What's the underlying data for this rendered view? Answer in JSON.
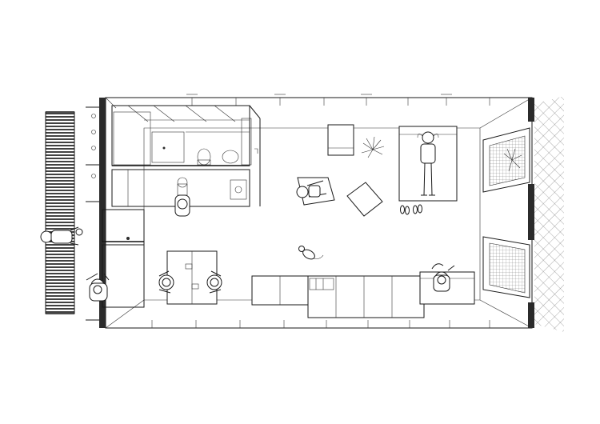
{
  "drawing": {
    "kind": "floor-plan",
    "view": "top-down",
    "style": "black-and-white line drawing",
    "colors": {
      "line": "#1a1a1a",
      "background": "#ffffff",
      "wall": "#2b2b2b"
    }
  },
  "rooms": [
    {
      "id": "bathroom",
      "fixtures": [
        "shower",
        "toilet",
        "sink"
      ]
    },
    {
      "id": "kitchenette",
      "fixtures": [
        "counter",
        "sink"
      ]
    },
    {
      "id": "main-room",
      "fixtures": [
        "bed",
        "work-table",
        "long-cabinet",
        "armchair",
        "side-table"
      ]
    },
    {
      "id": "entrance-deck",
      "fixtures": [
        "slatted-deck",
        "glass-door"
      ]
    }
  ],
  "people": [
    {
      "id": "sleeping-person",
      "room": "main-room"
    },
    {
      "id": "person-at-kitchen",
      "room": "kitchenette"
    },
    {
      "id": "person-in-armchair",
      "room": "main-room"
    },
    {
      "id": "person-at-table-left",
      "room": "main-room"
    },
    {
      "id": "person-at-table-right",
      "room": "main-room"
    },
    {
      "id": "person-on-sofa",
      "room": "main-room"
    },
    {
      "id": "person-on-deck",
      "room": "entrance-deck"
    },
    {
      "id": "person-at-door",
      "room": "main-room"
    }
  ],
  "animals": [
    {
      "id": "cat",
      "room": "main-room"
    }
  ]
}
